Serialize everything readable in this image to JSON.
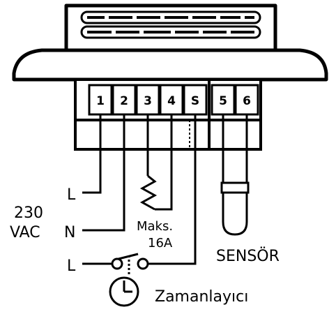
{
  "terminals": [
    "1",
    "2",
    "3",
    "4",
    "S",
    "5",
    "6"
  ],
  "labels": {
    "line_top": "L",
    "voltage_line1": "230",
    "voltage_line2": "VAC",
    "neutral": "N",
    "line_bottom": "L",
    "max_load_line1": "Maks.",
    "max_load_line2": "16A",
    "sensor": "SENSÖR",
    "timer": "Zamanlayıcı"
  }
}
